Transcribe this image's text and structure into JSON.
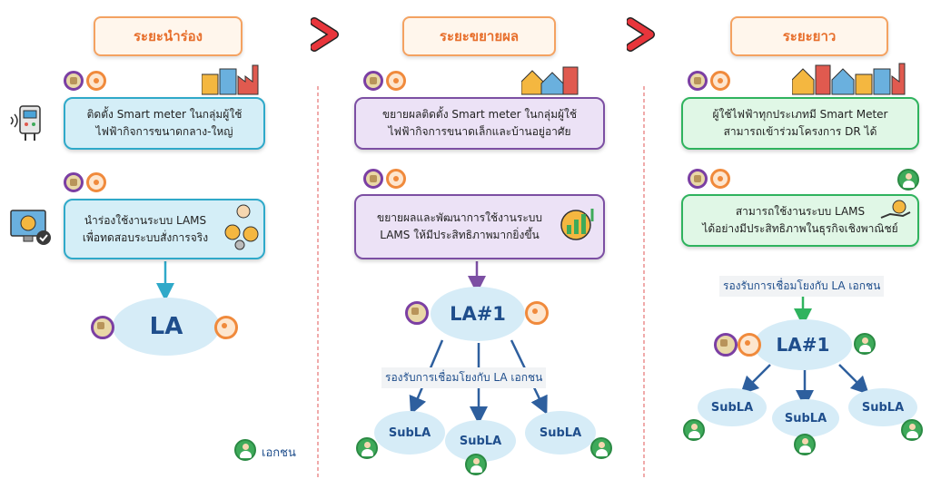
{
  "phases": [
    {
      "title": "ระยะนำร่อง",
      "box1": "ติดตั้ง Smart meter ในกลุ่มผู้ใช้\nไฟฟ้ากิจการขนาดกลาง-ใหญ่",
      "box2": "นำร่องใช้งานระบบ LAMS\nเพื่อทดสอบระบบสั่งการจริง",
      "node": "LA"
    },
    {
      "title": "ระยะขยายผล",
      "box1": "ขยายผลติดตั้ง Smart meter ในกลุ่มผู้ใช้\nไฟฟ้ากิจการขนาดเล็กและบ้านอยู่อาศัย",
      "box2": "ขยายผลและพัฒนาการใช้งานระบบ\nLAMS ให้มีประสิทธิภาพมากยิ่งขึ้น",
      "node": "LA#1",
      "connect_label": "รองรับการเชื่อมโยงกับ LA เอกชน",
      "subnodes": [
        "SubLA",
        "SubLA",
        "SubLA"
      ]
    },
    {
      "title": "ระยะยาว",
      "box1": "ผู้ใช้ไฟฟ้าทุกประเภทมี Smart Meter\nสามารถเข้าร่วมโครงการ DR ได้",
      "box2": "สามารถใช้งานระบบ LAMS\nได้อย่างมีประสิทธิภาพในธุรกิจเชิงพาณิชย์",
      "node": "LA#1",
      "connect_label": "รองรับการเชื่อมโยงกับ LA เอกชน",
      "subnodes": [
        "SubLA",
        "SubLA",
        "SubLA"
      ]
    }
  ],
  "legend": {
    "label": "เอกชน",
    "icon": "private-sector-person-icon"
  },
  "colors": {
    "arrow": "#e8353b",
    "divider": "#e57373",
    "blue": "#2fa9c9",
    "purple": "#7c4fa3",
    "green": "#2fb35e"
  }
}
